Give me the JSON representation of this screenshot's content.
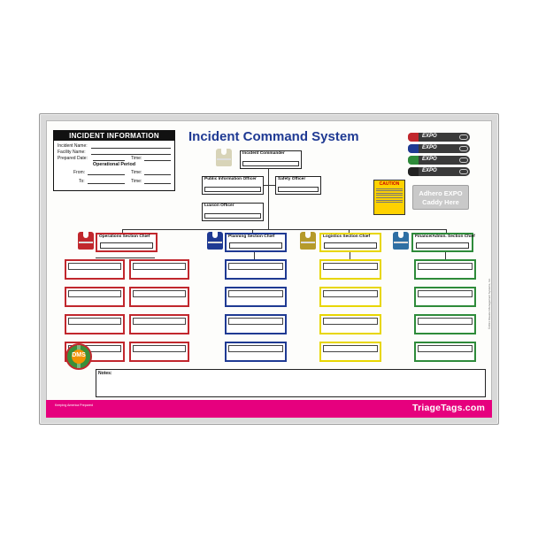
{
  "board": {
    "title": "Incident Command System",
    "website": "TriageTags.com",
    "tagline": "Keeping America Prepared",
    "logo_text": "DMS",
    "copyright": "©2013 Disaster Management Systems, Inc."
  },
  "info": {
    "header": "INCIDENT INFORMATION",
    "incident_name_label": "Incident Name:",
    "facility_name_label": "Facility Name:",
    "prepared_date_label": "Prepared Date:",
    "time_label": "Time:",
    "operational_period_label": "Operational Period",
    "from_label": "From:",
    "to_label": "To:"
  },
  "command": {
    "incident_commander": "Incident Commander",
    "public_information_officer": "Public Information Officer",
    "safety_officer": "Safety Officer",
    "liaison_officer": "Liaison Officer"
  },
  "sections": {
    "operations": "Operations Section Chief",
    "planning": "Planning Section Chief",
    "logistics": "Logistics Section Chief",
    "finance": "Finance/Admin. Section Chief"
  },
  "caution": {
    "title": "CAUTION"
  },
  "caddy": {
    "line1": "Adhero EXPO",
    "line2": "Caddy Here"
  },
  "markers": [
    {
      "label": "EXPO",
      "color": "#c1272d"
    },
    {
      "label": "EXPO",
      "color": "#1f3a93"
    },
    {
      "label": "EXPO",
      "color": "#2e8b3a"
    },
    {
      "label": "EXPO",
      "color": "#222222"
    }
  ],
  "notes": {
    "label": "Notes:"
  },
  "colors": {
    "operations": "#c1272d",
    "planning": "#1f3a93",
    "logistics": "#e8d600",
    "finance": "#2e8b3a",
    "title": "#1f3a93",
    "band": "#e6007e"
  }
}
